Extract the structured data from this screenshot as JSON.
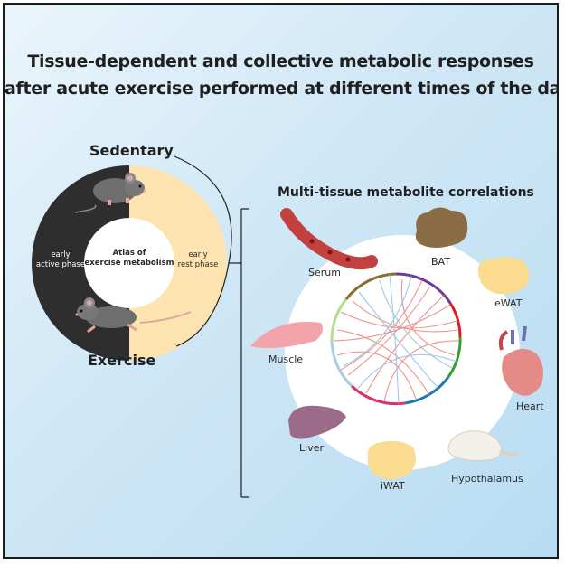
{
  "title": {
    "line1": "Tissue-dependent and collective metabolic responses",
    "line2": "after acute exercise performed at different times of the day"
  },
  "left_panel": {
    "top_label": "Sedentary",
    "bottom_label": "Exercise",
    "center_line1": "Atlas of",
    "center_line2": "exercise metabolism",
    "left_phase_line1": "early",
    "left_phase_line2": "active phase",
    "right_phase_line1": "early",
    "right_phase_line2": "rest phase"
  },
  "right_panel": {
    "heading": "Multi-tissue metabolite correlations",
    "tissues": {
      "serum": "Serum",
      "bat": "BAT",
      "ewat": "eWAT",
      "muscle": "Muscle",
      "heart": "Heart",
      "liver": "Liver",
      "iwat": "iWAT",
      "hypothalamus": "Hypothalamus"
    }
  },
  "colors": {
    "dark_phase": "#2e2e2e",
    "light_phase": "#fde3b0",
    "correlation_positive": "#e8706a",
    "correlation_negative": "#7fb6dc"
  }
}
